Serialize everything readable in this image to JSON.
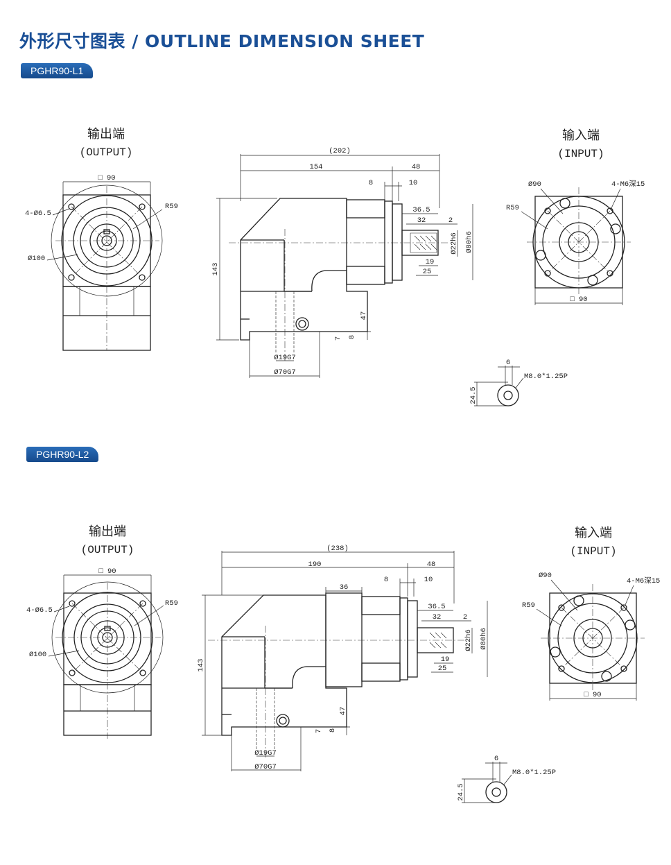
{
  "title": "外形尺寸图表 / OUTLINE DIMENSION SHEET",
  "colors": {
    "title": "#1a4f96",
    "badge": "#1e5aa3"
  },
  "models": [
    {
      "name": "PGHR90-L1",
      "output_label_cn": "输出端",
      "output_label_en": "(OUTPUT)",
      "input_label_cn": "输入端",
      "input_label_en": "(INPUT)",
      "output": {
        "square": "□ 90",
        "holes": "4-Ø6.5",
        "radius": "R59",
        "pcd": "Ø100"
      },
      "side": {
        "overall": "(202)",
        "body": "154",
        "flange": "48",
        "d8": "8",
        "d10": "10",
        "height": "143",
        "d47": "47",
        "d7": "7",
        "d8b": "8",
        "bore": "Ø19G7",
        "pilot": "Ø70G7",
        "d36_5": "36.5",
        "d32": "32",
        "d2": "2",
        "d19": "19",
        "d25": "25",
        "shaft": "Ø22h6",
        "spigot": "Ø80h6"
      },
      "input": {
        "pcd": "Ø90",
        "threads": "4-M6深15",
        "radius": "R59",
        "square": "□ 90"
      },
      "detail": {
        "width": "6",
        "thread": "M8.0*1.25P",
        "height": "24.5"
      }
    },
    {
      "name": "PGHR90-L2",
      "output_label_cn": "输出端",
      "output_label_en": "(OUTPUT)",
      "input_label_cn": "输入端",
      "input_label_en": "(INPUT)",
      "output": {
        "square": "□ 90",
        "holes": "4-Ø6.5",
        "radius": "R59",
        "pcd": "Ø100"
      },
      "side": {
        "overall": "(238)",
        "body": "190",
        "flange": "48",
        "d36": "36",
        "d8": "8",
        "d10": "10",
        "height": "143",
        "d47": "47",
        "d7": "7",
        "d8b": "8",
        "bore": "Ø19G7",
        "pilot": "Ø70G7",
        "d36_5": "36.5",
        "d32": "32",
        "d2": "2",
        "d19": "19",
        "d25": "25",
        "shaft": "Ø22h6",
        "spigot": "Ø80h6"
      },
      "input": {
        "pcd": "Ø90",
        "threads": "4-M6深15",
        "radius": "R59",
        "square": "□ 90"
      },
      "detail": {
        "width": "6",
        "thread": "M8.0*1.25P",
        "height": "24.5"
      }
    }
  ]
}
